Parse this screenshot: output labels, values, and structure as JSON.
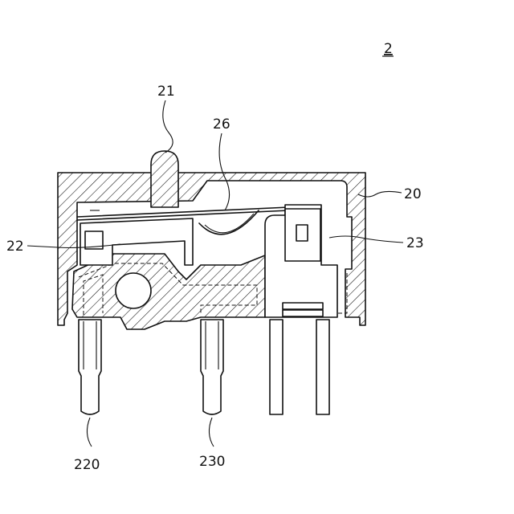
{
  "figure_number": "2",
  "labels": {
    "actuator": "21",
    "movable_spring": "26",
    "housing": "20",
    "common_terminal_part": "22",
    "fixed_terminal_part": "23",
    "common_terminal_pin": "220",
    "fixed_terminal_pin": "230"
  }
}
